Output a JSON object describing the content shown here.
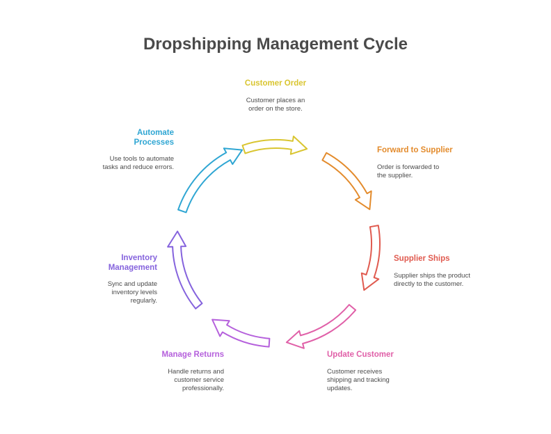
{
  "title": "Dropshipping Management Cycle",
  "colors": {
    "customer_order": "#d9c530",
    "forward_to_supplier": "#e38b2c",
    "supplier_ships": "#e05a4f",
    "update_customer": "#e060a8",
    "manage_returns": "#b560dc",
    "inventory_management": "#8563dd",
    "automate_processes": "#2fa6d3"
  },
  "steps": [
    {
      "key": "customer_order",
      "title": "Customer Order",
      "description": "Customer places an order on the store."
    },
    {
      "key": "forward_to_supplier",
      "title": "Forward to Supplier",
      "description": "Order is forwarded to the supplier."
    },
    {
      "key": "supplier_ships",
      "title": "Supplier Ships",
      "description": "Supplier ships the product directly to the customer."
    },
    {
      "key": "update_customer",
      "title": "Update Customer",
      "description": "Customer receives shipping and tracking updates."
    },
    {
      "key": "manage_returns",
      "title": "Manage Returns",
      "description": "Handle returns and customer service professionally."
    },
    {
      "key": "inventory_management",
      "title": "Inventory Management",
      "description": "Sync and update inventory levels regularly."
    },
    {
      "key": "automate_processes",
      "title": "Automate Processes",
      "description": "Use tools to automate tasks and reduce errors."
    }
  ]
}
